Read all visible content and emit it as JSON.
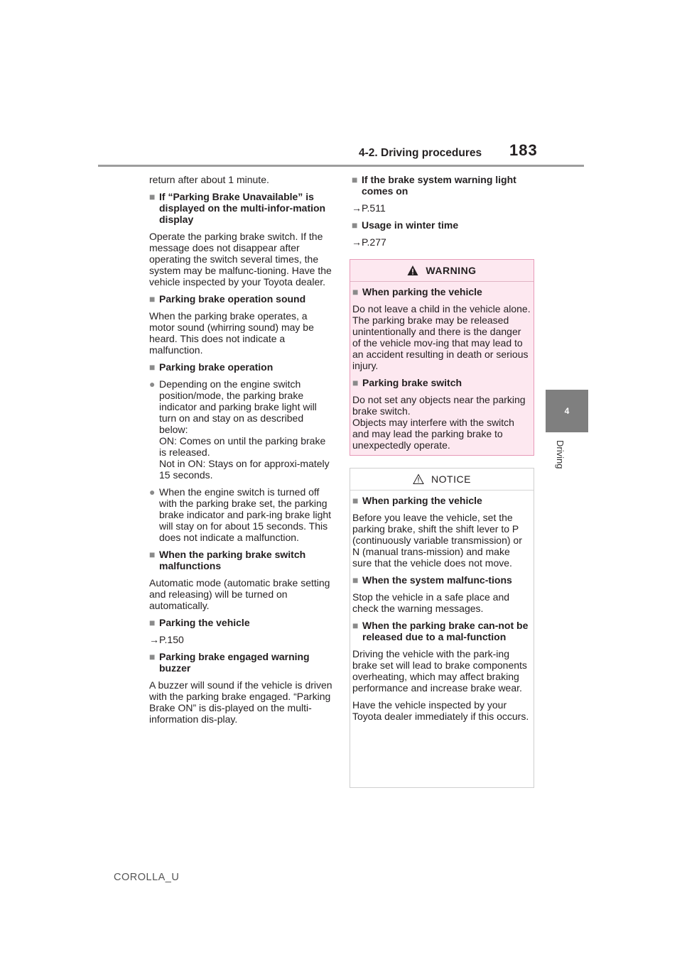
{
  "header": {
    "section": "4-2. Driving procedures",
    "page_number": "183"
  },
  "side_tab": {
    "chapter_number": "4",
    "chapter_label": "Driving"
  },
  "footer": {
    "doc_id": "COROLLA_U"
  },
  "left_column": {
    "p1": "return after about 1 minute.",
    "h1": "If “Parking Brake Unavailable” is displayed on the multi-infor-mation display",
    "p2": "Operate the parking brake switch. If the message does not disappear after operating the switch several times, the system may be malfunc-tioning. Have the vehicle inspected by your Toyota dealer.",
    "h2": "Parking brake operation sound",
    "p3": "When the parking brake operates, a motor sound (whirring sound) may be heard. This does not indicate a malfunction.",
    "h3": "Parking brake operation",
    "b1_line1": "Depending on the engine switch position/mode, the parking brake indicator and parking brake light will turn on and stay on as described below:",
    "b1_line2": "ON: Comes on until the parking brake is released.",
    "b1_line3": "Not in ON: Stays on for approxi-mately 15 seconds.",
    "b2": "When the engine switch is turned off with the parking brake set, the parking brake indicator and park-ing brake light will stay on for about 15 seconds. This does not indicate a malfunction.",
    "h4": "When the parking brake switch malfunctions",
    "p4": "Automatic mode (automatic brake setting and releasing) will be turned on automatically.",
    "h5": "Parking the vehicle",
    "r1": "→P.150",
    "h6": "Parking brake engaged warning buzzer",
    "p5": "A buzzer will sound if the vehicle is driven with the parking brake engaged. “Parking Brake ON” is dis-played on the multi-information dis-play."
  },
  "right_column": {
    "h1": "If the brake system warning light comes on",
    "r1": "→P.511",
    "h2": "Usage in winter time",
    "r2": "→P.277"
  },
  "warning_box": {
    "title": "WARNING",
    "h1": "When parking the vehicle",
    "p1": "Do not leave a child in the vehicle alone. The parking brake may be released unintentionally and there is the danger of the vehicle mov-ing that may lead to an accident resulting in death or serious injury.",
    "h2": "Parking brake switch",
    "p2_line1": "Do not set any objects near the parking brake switch.",
    "p2_line2": "Objects may interfere with the switch and may lead the parking brake to unexpectedly operate."
  },
  "notice_box": {
    "title": "NOTICE",
    "h1": "When parking the vehicle",
    "p1": "Before you leave the vehicle, set the parking brake, shift the shift lever to P (continuously variable transmission) or N (manual trans-mission) and make sure that the vehicle does not move.",
    "h2": "When the system malfunc-tions",
    "p2": "Stop the vehicle in a safe place and check the warning messages.",
    "h3": "When the parking brake can-not be released due to a mal-function",
    "p3": "Driving the vehicle with the park-ing brake set will lead to brake components overheating, which may affect braking performance and increase brake wear.",
    "p4": "Have the vehicle inspected by your Toyota dealer immediately if this occurs."
  },
  "glyphs": {
    "square": "■",
    "dot": "●"
  },
  "colors": {
    "warning_bg": "#fde8f0",
    "warning_border": "#e79ab8",
    "tab_gray": "#7f7f7f"
  }
}
